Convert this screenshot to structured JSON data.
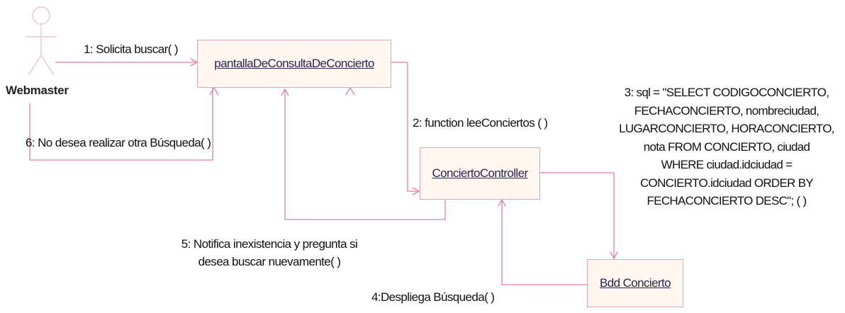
{
  "diagram": {
    "actor": {
      "name": "Webmaster"
    },
    "objects": {
      "pantalla": "pantallaDeConsultaDeConcierto",
      "controller": "ConciertoController",
      "bdd": "Bdd Concierto"
    },
    "messages": {
      "m1": "1: Solicita buscar( )",
      "m2": "2: function leeConciertos ( )",
      "m3": "3: sql = \"SELECT CODIGOCONCIERTO,\nFECHACONCIERTO, nombreciudad,\nLUGARCONCIERTO, HORACONCIERTO,\nnota FROM CONCIERTO, ciudad\nWHERE ciudad.idciudad =\nCONCIERTO.idciudad ORDER BY\nFECHACONCIERTO DESC\"; ( )",
      "m4": "4:Despliega Búsqueda( )",
      "m5": "5: Notifica inexistencia y pregunta si\ndesea buscar nuevamente( )",
      "m6": "6: No desea realizar otra Búsqueda( )"
    },
    "colors": {
      "line": "#e07fa0",
      "box_border": "#e8a3b9",
      "box_fill": "#fff7f0",
      "object_text": "#2b2450",
      "actor": "#f0c4d0"
    }
  }
}
